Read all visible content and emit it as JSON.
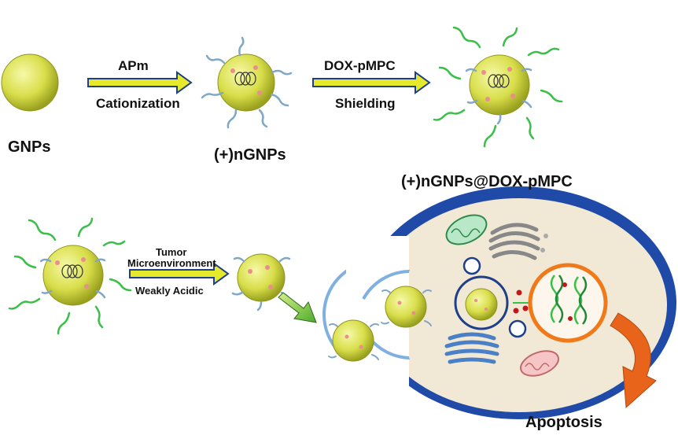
{
  "row1": {
    "gnps_label": "GNPs",
    "arrow1_top": "APm",
    "arrow1_bottom": "Cationization",
    "ngnps_label": "(+)nGNPs",
    "arrow2_top": "DOX-pMPC",
    "arrow2_bottom": "Shielding",
    "final_label": "(+)nGNPs@DOX-pMPC"
  },
  "row2": {
    "arrow_line1": "Tumor",
    "arrow_line2": "Microenvironment",
    "arrow_line3": "Weakly Acidic",
    "outcome_label": "Apoptosis"
  },
  "colors": {
    "particle": "#d8de4a",
    "arrow_fill": "#e6ea2a",
    "arrow_stroke": "#1f3f88",
    "green_chain": "#3cbf4a",
    "blue_chain": "#7fa8c8",
    "cell_border": "#1f4aa8",
    "cell_fill": "#f1e9d6",
    "nucleus": "#f07a1a",
    "curve_arrow": "#e8641a"
  }
}
